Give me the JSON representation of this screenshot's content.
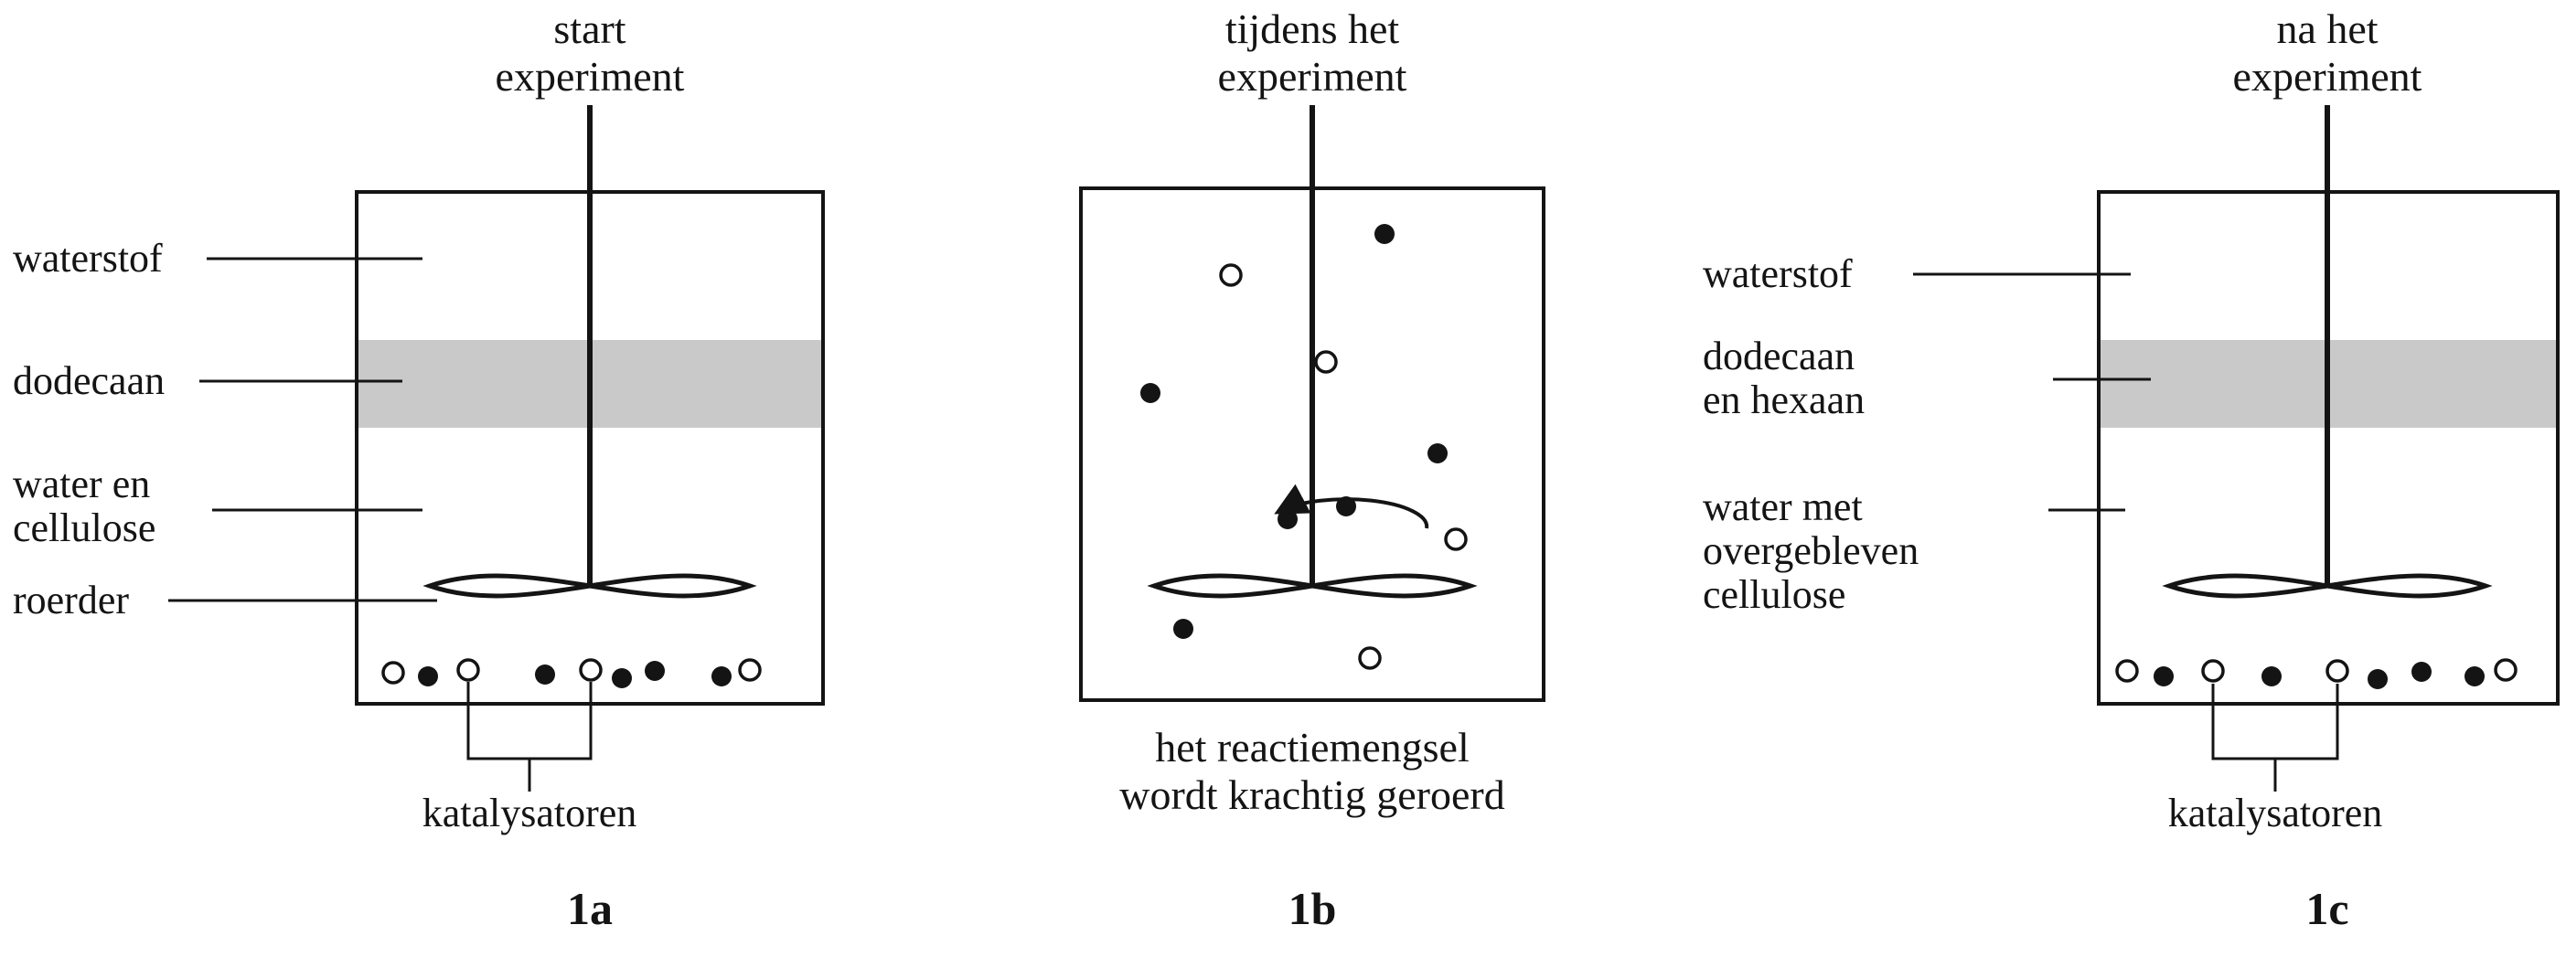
{
  "colors": {
    "ink": "#141414",
    "dodecaan_band": "#c9c9c9",
    "mixture_fill": "#e9e9e9",
    "background": "#ffffff"
  },
  "panels": {
    "a": {
      "id_label": "1a",
      "title": [
        "start",
        "experiment"
      ],
      "labels": {
        "waterstof": "waterstof",
        "dodecaan": "dodecaan",
        "water_cellulose": [
          "water en",
          "cellulose"
        ],
        "roerder": "roerder"
      },
      "bracket_label": "katalysatoren"
    },
    "b": {
      "id_label": "1b",
      "title": [
        "tijdens het",
        "experiment"
      ],
      "caption": [
        "het reactiemengsel",
        "wordt krachtig geroerd"
      ]
    },
    "c": {
      "id_label": "1c",
      "title": [
        "na het",
        "experiment"
      ],
      "labels": {
        "waterstof": "waterstof",
        "dodecaan_hexaan": [
          "dodecaan",
          "en hexaan"
        ],
        "water_overgebleven_cellulose": [
          "water met",
          "overgebleven",
          "cellulose"
        ]
      },
      "bracket_label": "katalysatoren"
    }
  }
}
